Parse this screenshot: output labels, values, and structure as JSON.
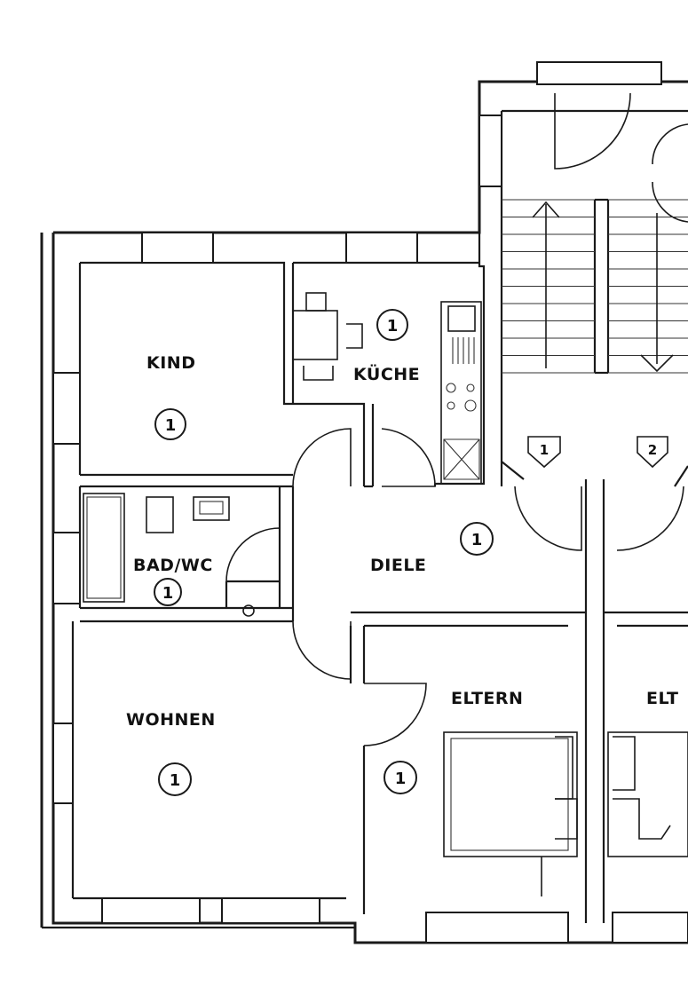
{
  "rooms": {
    "kind": "KIND",
    "kueche": "KÜCHE",
    "bad": "BAD/WC",
    "diele": "DIELE",
    "wohnen": "WOHNEN",
    "eltern": "ELTERN",
    "eltern_cut": "ELT"
  },
  "unit_markers": {
    "kind": "1",
    "kueche": "1",
    "bad": "1",
    "diele": "1",
    "wohnen": "1",
    "eltern": "1"
  },
  "stair_doors": {
    "left": "1",
    "right": "2"
  }
}
